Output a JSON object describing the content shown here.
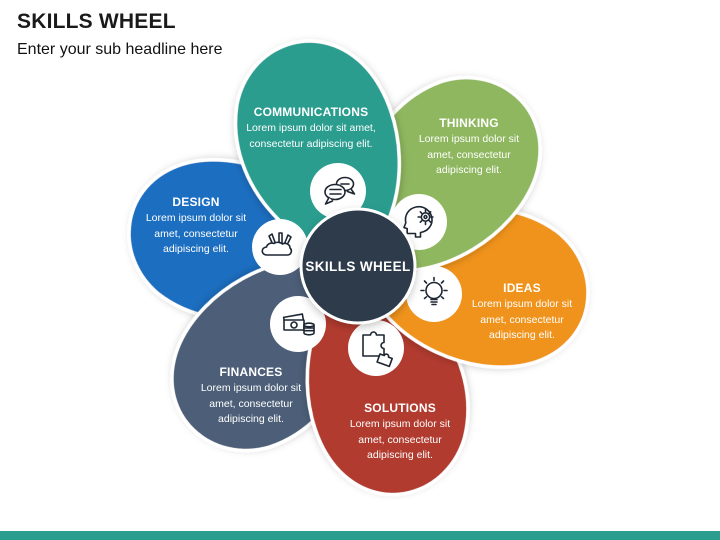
{
  "slide": {
    "title": "SKILLS WHEEL",
    "subtitle": "Enter your sub headline here",
    "footer_bar_color": "#2a9d8f"
  },
  "center": {
    "label": "SKILLS WHEEL",
    "color": "#2e3a4b"
  },
  "theme": {
    "icon_stroke": "#1d2733",
    "petal_outline": "#ffffff"
  },
  "petals": [
    {
      "label": "COMMUNICATIONS",
      "text": "Lorem ipsum dolor sit amet, consectetur adipiscing elit.",
      "color": "#2a9d8f",
      "icon": "speech-bubbles-icon"
    },
    {
      "label": "THINKING",
      "text": "Lorem ipsum dolor sit amet, consectetur adipiscing elit.",
      "color": "#8fb75f",
      "icon": "thinking-head-icon"
    },
    {
      "label": "IDEAS",
      "text": "Lorem ipsum dolor sit amet, consectetur adipiscing elit.",
      "color": "#f0931e",
      "icon": "lightbulb-icon"
    },
    {
      "label": "SOLUTIONS",
      "text": "Lorem ipsum dolor sit amet, consectetur adipiscing elit.",
      "color": "#b13a2f",
      "icon": "puzzle-icon"
    },
    {
      "label": "FINANCES",
      "text": "Lorem ipsum dolor sit amet, consectetur adipiscing elit.",
      "color": "#4e5f78",
      "icon": "money-icon"
    },
    {
      "label": "DESIGN",
      "text": "Lorem ipsum dolor sit amet, consectetur adipiscing elit.",
      "color": "#1e6ec0",
      "icon": "design-tools-icon"
    }
  ]
}
